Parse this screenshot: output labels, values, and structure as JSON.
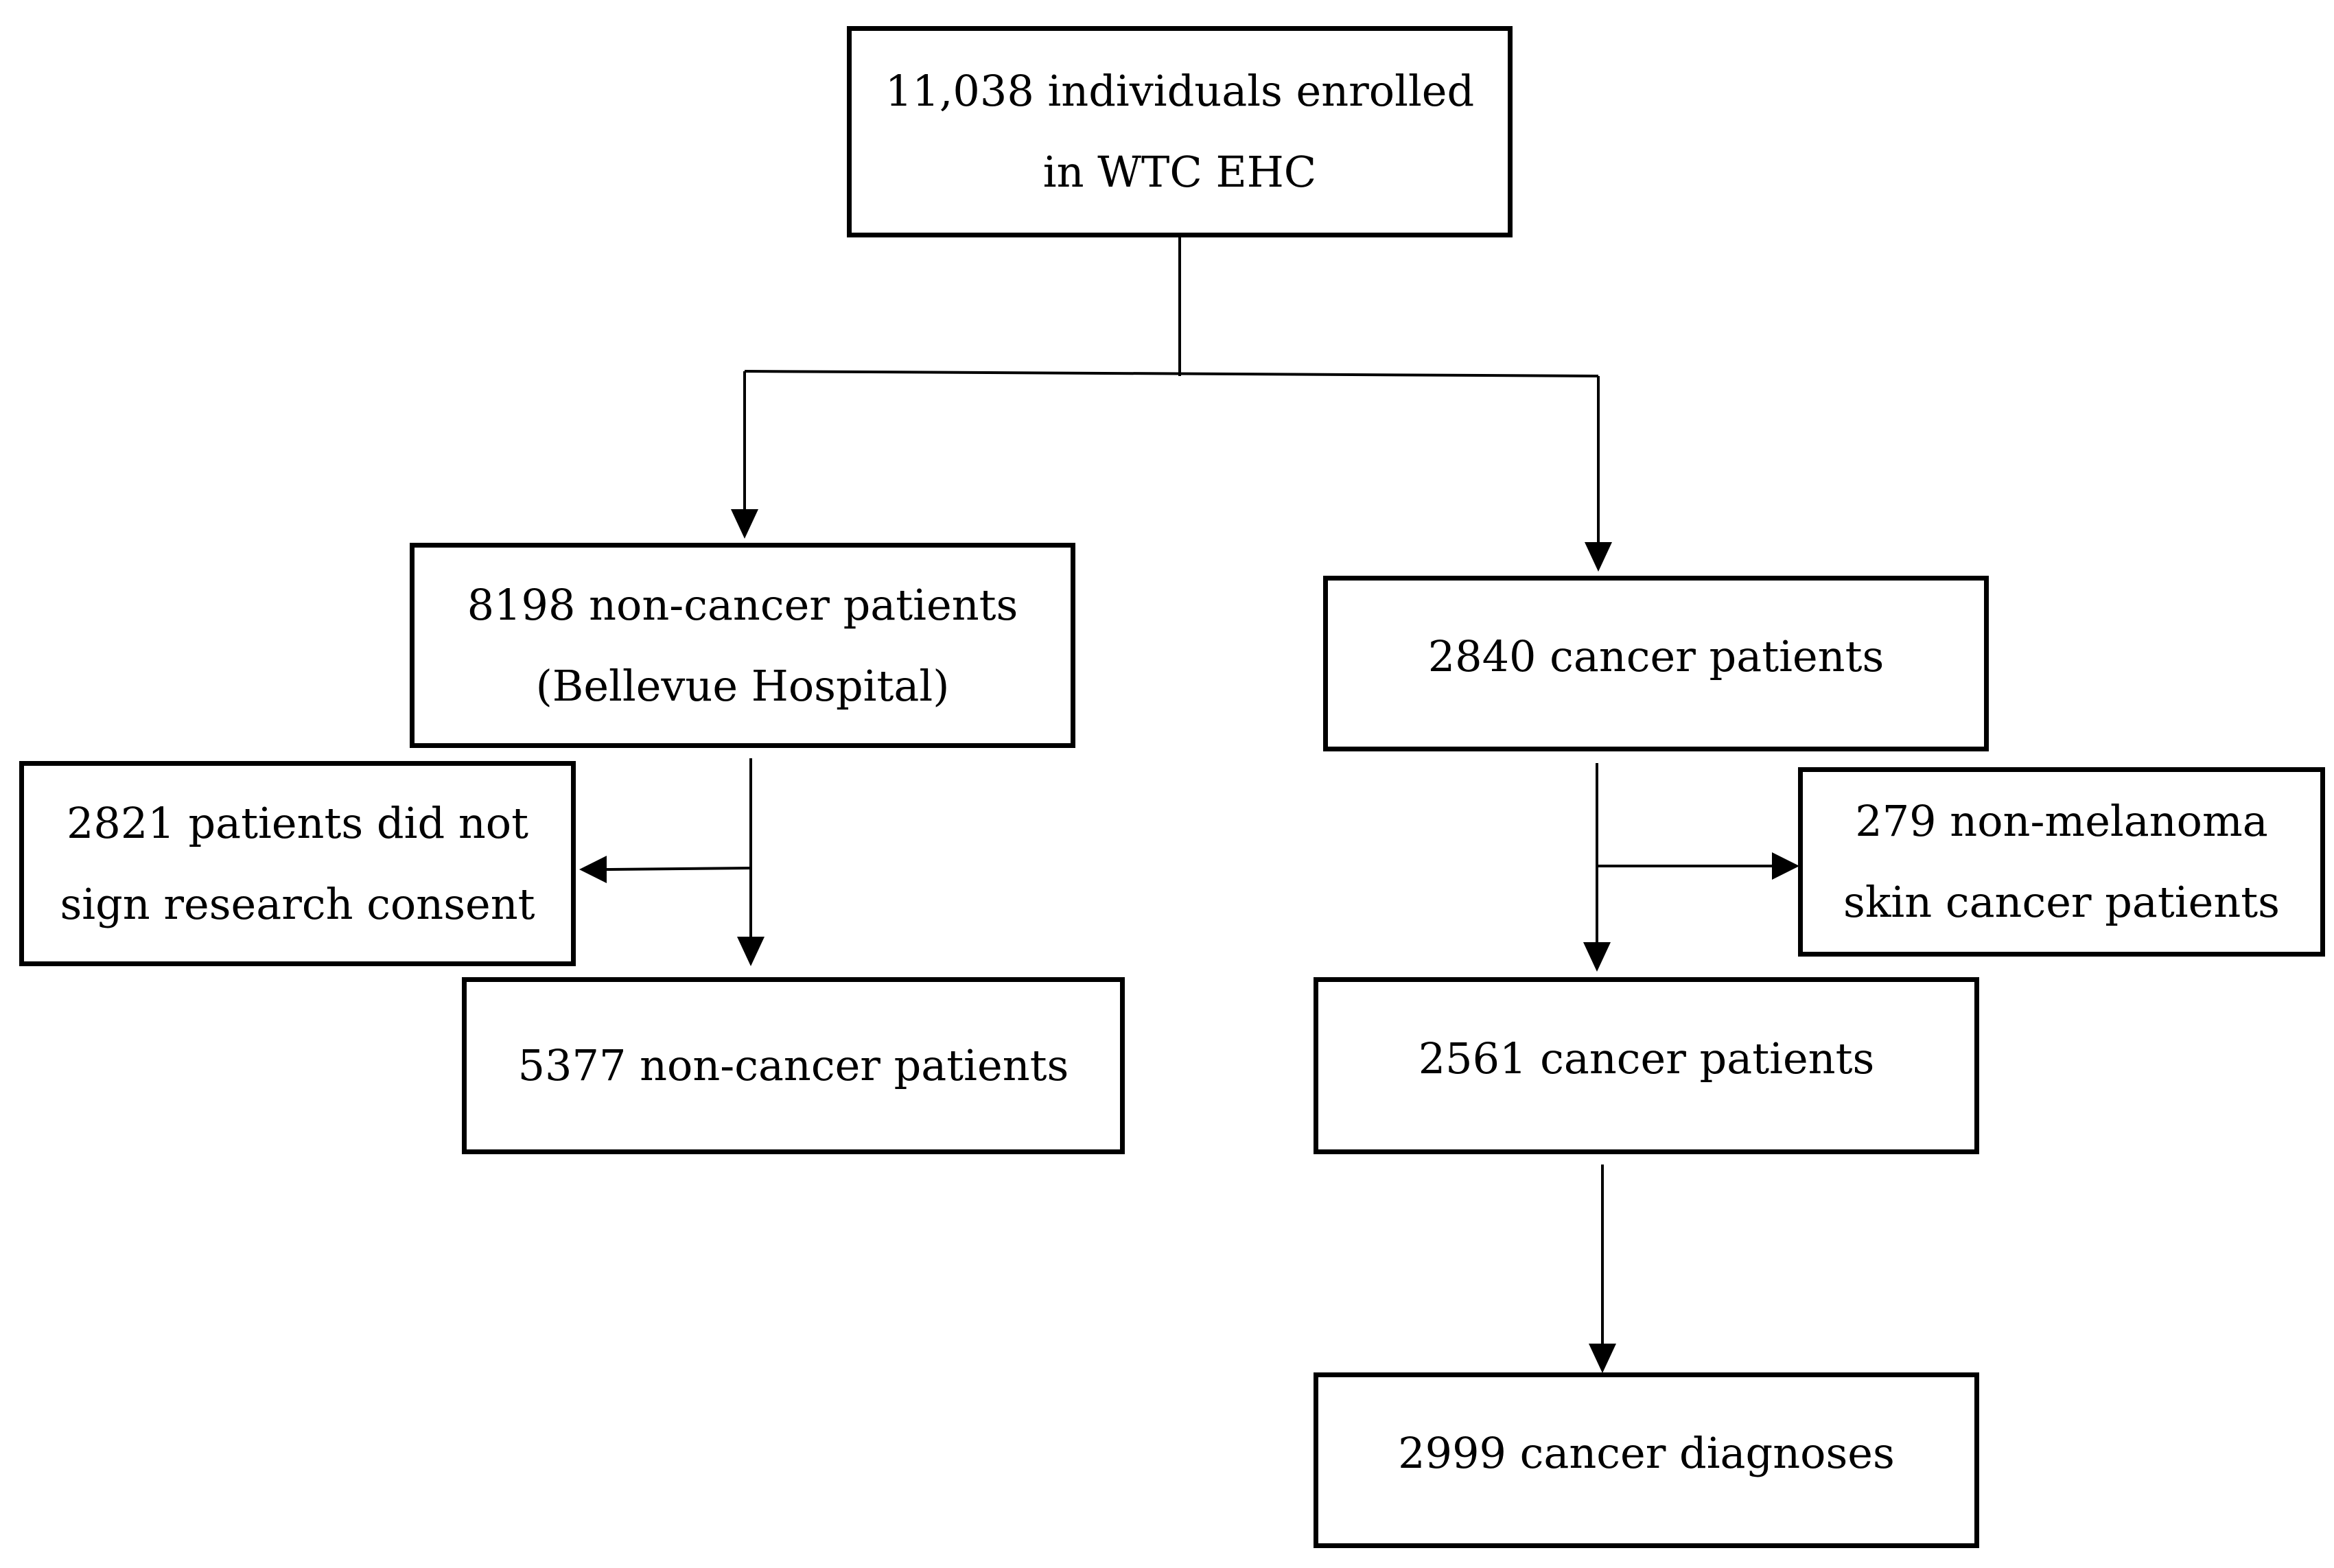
{
  "colors": {
    "line": "#000000",
    "box_border": "#000000",
    "background": "#ffffff",
    "text": "#000000"
  },
  "boxes": {
    "enrolled": {
      "line1": "11,038 individuals enrolled",
      "line2": "in WTC EHC"
    },
    "noncancer": {
      "line1": "8198 non-cancer patients",
      "line2": "(Bellevue Hospital)"
    },
    "cancer": {
      "line1": "2840 cancer patients"
    },
    "no_consent": {
      "line1": "2821 patients did not",
      "line2": "sign research consent"
    },
    "nmsc": {
      "line1": "279 non-melanoma",
      "line2": "skin cancer patients"
    },
    "noncancer_final": {
      "line1": "5377 non-cancer patients"
    },
    "cancer_final": {
      "line1": "2561 cancer patients"
    },
    "diagnoses": {
      "line1": "2999 cancer diagnoses"
    }
  }
}
